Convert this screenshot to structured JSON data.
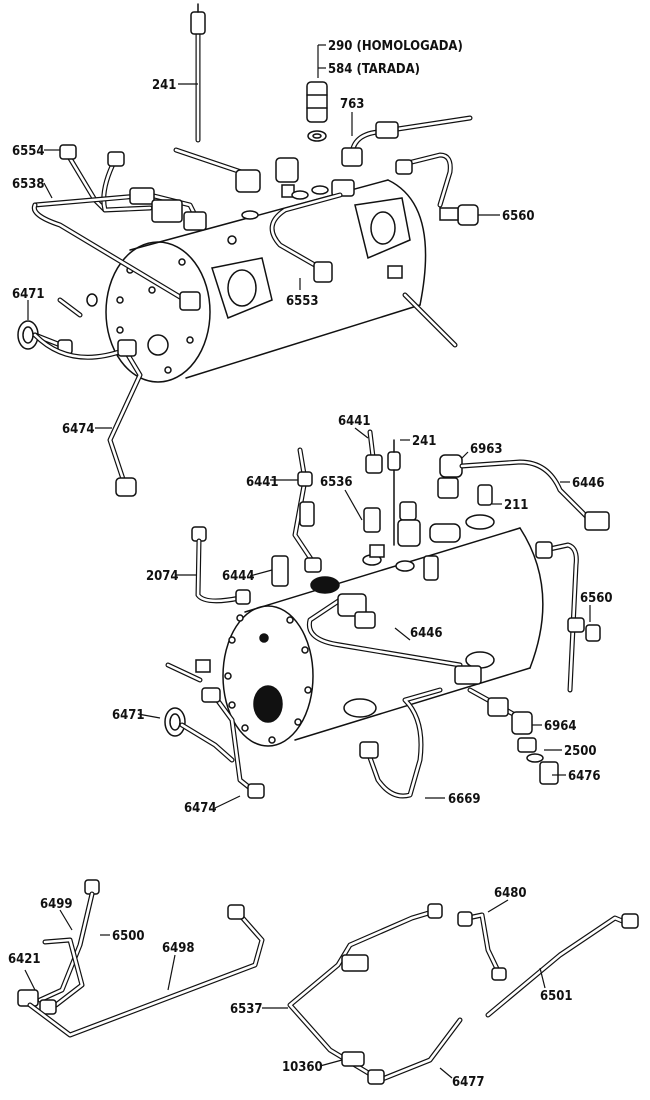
{
  "labels": {
    "l241a": "241",
    "l290": "290 (HOMOLOGADA)",
    "l584": "584 (TARADA)",
    "l763": "763",
    "l6554": "6554",
    "l6538": "6538",
    "l6560a": "6560",
    "l6553": "6553",
    "l6471a": "6471",
    "l6474a": "6474",
    "l6441a": "6441",
    "l241b": "241",
    "l6963": "6963",
    "l6441b": "6441",
    "l6536": "6536",
    "l6446a": "6446",
    "l211": "211",
    "l2074": "2074",
    "l6444": "6444",
    "l6560b": "6560",
    "l6446b": "6446",
    "l6471b": "6471",
    "l6964": "6964",
    "l2500": "2500",
    "l6476": "6476",
    "l6474b": "6474",
    "l6669": "6669",
    "l6499": "6499",
    "l6500": "6500",
    "l6498": "6498",
    "l6421": "6421",
    "l6480": "6480",
    "l6501": "6501",
    "l6537": "6537",
    "l10360": "10360",
    "l6477": "6477"
  }
}
